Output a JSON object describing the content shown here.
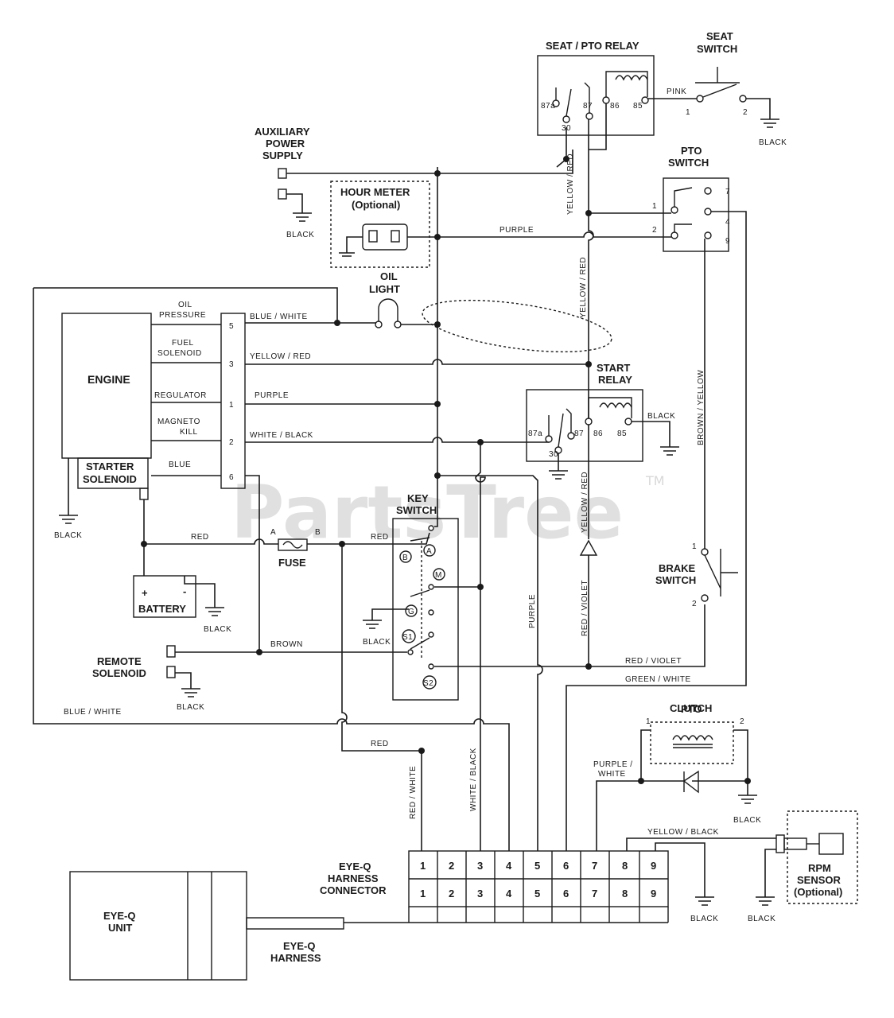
{
  "labels": {
    "seat_pto_relay": "SEAT / PTO RELAY",
    "seat_switch_1": "SEAT",
    "seat_switch_2": "SWITCH",
    "aux_1": "AUXILIARY",
    "aux_2": "POWER",
    "aux_3": "SUPPLY",
    "hour_meter_1": "HOUR METER",
    "hour_meter_2": "(Optional)",
    "pto_switch_1": "PTO",
    "pto_switch_2": "SWITCH",
    "oil_light_1": "OIL",
    "oil_light_2": "LIGHT",
    "oil_pressure_1": "OIL",
    "oil_pressure_2": "PRESSURE",
    "fuel_solenoid_1": "FUEL",
    "fuel_solenoid_2": "SOLENOID",
    "engine": "ENGINE",
    "regulator": "REGULATOR",
    "magneto_kill_1": "MAGNETO",
    "magneto_kill_2": "KILL",
    "starter_solenoid_1": "STARTER",
    "starter_solenoid_2": "SOLENOID",
    "start_relay_1": "START",
    "start_relay_2": "RELAY",
    "key_switch_1": "KEY",
    "key_switch_2": "SWITCH",
    "fuse": "FUSE",
    "battery": "BATTERY",
    "brake_switch_1": "BRAKE",
    "brake_switch_2": "SWITCH",
    "remote_solenoid_1": "REMOTE",
    "remote_solenoid_2": "SOLENOID",
    "pto_clutch_1": "PTO",
    "pto_clutch_2": "CLUTCH",
    "eyeq_connector_1": "EYE-Q",
    "eyeq_connector_2": "HARNESS",
    "eyeq_connector_3": "CONNECTOR",
    "eyeq_unit_1": "EYE-Q",
    "eyeq_unit_2": "UNIT",
    "eyeq_harness_1": "EYE-Q",
    "eyeq_harness_2": "HARNESS",
    "rpm_sensor_1": "RPM",
    "rpm_sensor_2": "SENSOR",
    "rpm_sensor_3": "(Optional)",
    "watermark": "PartsTree",
    "watermark_tm": "TM"
  },
  "wires": {
    "pink": "PINK",
    "black": "BLACK",
    "purple": "PURPLE",
    "yellow_red": "YELLOW / RED",
    "blue_white": "BLUE / WHITE",
    "white_black": "WHITE / BLACK",
    "blue": "BLUE",
    "red": "RED",
    "brown": "BROWN",
    "red_violet": "RED / VIOLET",
    "green_white": "GREEN / WHITE",
    "red_white": "RED / WHITE",
    "purple_white_1": "PURPLE /",
    "purple_white_2": "WHITE",
    "yellow_black": "YELLOW / BLACK",
    "brown_yellow": "BROWN / YELLOW",
    "red_violet_vert": "RED / VIOLET"
  },
  "terminals": {
    "relay": [
      "87a",
      "30",
      "87",
      "86",
      "85"
    ],
    "seat_switch": [
      "1",
      "2"
    ],
    "pto_switch": [
      "1",
      "2",
      "7",
      "4",
      "9"
    ],
    "engine_connector": [
      "5",
      "3",
      "1",
      "2",
      "6"
    ],
    "fuse": [
      "A",
      "B"
    ],
    "battery": [
      "+",
      "-"
    ],
    "key_switch": [
      "B",
      "A",
      "M",
      "G",
      "S1",
      "S2"
    ],
    "brake_switch": [
      "1",
      "2"
    ],
    "pto_clutch": [
      "1",
      "2"
    ],
    "connector_pins": [
      "1",
      "2",
      "3",
      "4",
      "5",
      "6",
      "7",
      "8",
      "9"
    ]
  }
}
